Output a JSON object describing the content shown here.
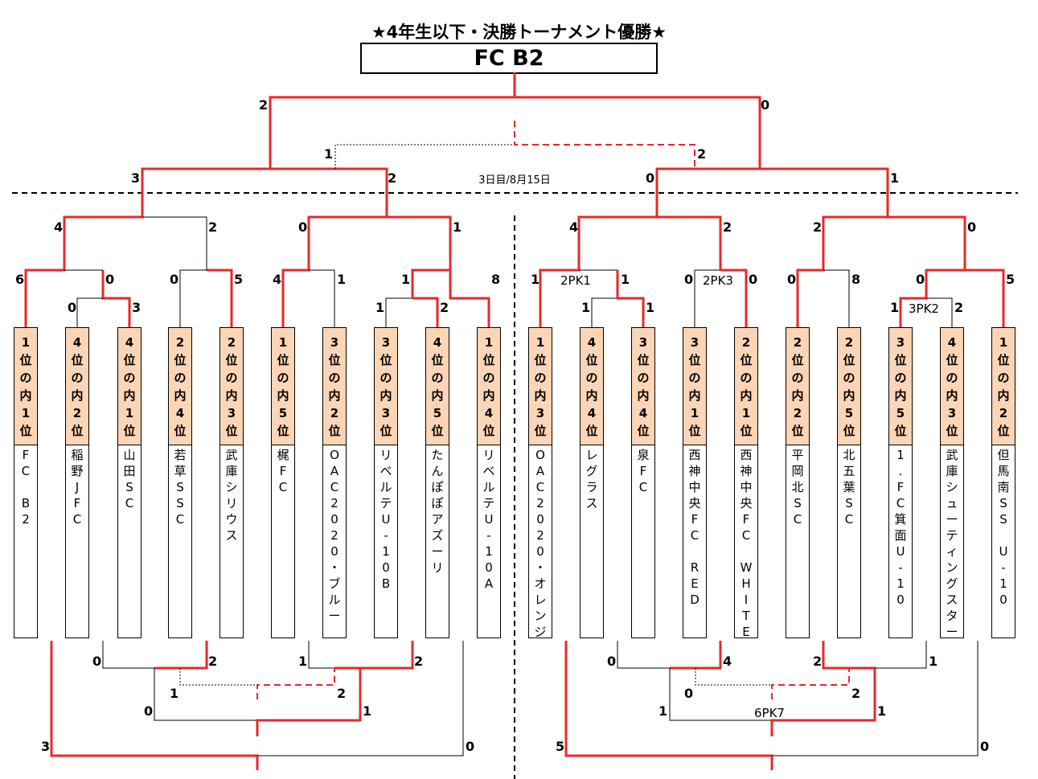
{
  "title": "★4年生以下・決勝トーナメント優勝★",
  "winner": "FC B2",
  "round_label": "3日目/8月15日",
  "teams": [
    {
      "rank": "1位の内1位",
      "name": "FC　B2"
    },
    {
      "rank": "4位の内2位",
      "name": "稲野JFC"
    },
    {
      "rank": "4位の内1位",
      "name": "山田SC"
    },
    {
      "rank": "2位の内4位",
      "name": "若草SSC"
    },
    {
      "rank": "2位の内3位",
      "name": "武庫シリウス"
    },
    {
      "rank": "1位の内5位",
      "name": "梶FC"
    },
    {
      "rank": "3位の内2位",
      "name": "OAC2020・ブルー"
    },
    {
      "rank": "3位の内3位",
      "name": "リベルテU-10B"
    },
    {
      "rank": "4位の内5位",
      "name": "たんぽぽアズーリ"
    },
    {
      "rank": "1位の内4位",
      "name": "リベルテU-10A"
    },
    {
      "rank": "1位の内3位",
      "name": "OAC2020・オレンジ"
    },
    {
      "rank": "4位の内4位",
      "name": "レグラス"
    },
    {
      "rank": "3位の内4位",
      "name": "泉FC"
    },
    {
      "rank": "3位の内1位",
      "name": "西神中央FC　RED"
    },
    {
      "rank": "2位の内1位",
      "name": "西神中央FC　WHITE"
    },
    {
      "rank": "2位の内2位",
      "name": "平岡北SC"
    },
    {
      "rank": "2位の内5位",
      "name": "北五葉SC"
    },
    {
      "rank": "3位の内5位",
      "name": "1.FC箕面U-10"
    },
    {
      "rank": "4位の内3位",
      "name": "武庫シューティングスター"
    },
    {
      "rank": "1位の内2位",
      "name": "但馬南SS　U-10"
    }
  ],
  "scores": [
    "2",
    "0",
    "1",
    "2",
    "3",
    "2",
    "0",
    "1",
    "4",
    "2",
    "0",
    "1",
    "4",
    "2",
    "2",
    "0",
    "6",
    "0",
    "0",
    "5",
    "4",
    "1",
    "1",
    "8",
    "0",
    "3",
    "1",
    "2",
    "1",
    "1",
    "0",
    "0",
    "0",
    "8",
    "0",
    "5",
    "1",
    "1",
    "1",
    "2",
    "0",
    "2",
    "1",
    "2",
    "0",
    "4",
    "2",
    "1",
    "1",
    "2",
    "0",
    "2",
    "0",
    "1",
    "1",
    "1",
    "3",
    "0",
    "5",
    "0"
  ],
  "pk": [
    "2PK1",
    "2PK3",
    "3PK2",
    "6PK7"
  ],
  "colors": {
    "win": "#e8282a",
    "line": "#000000",
    "rank_bg": "#fbd5b5"
  }
}
